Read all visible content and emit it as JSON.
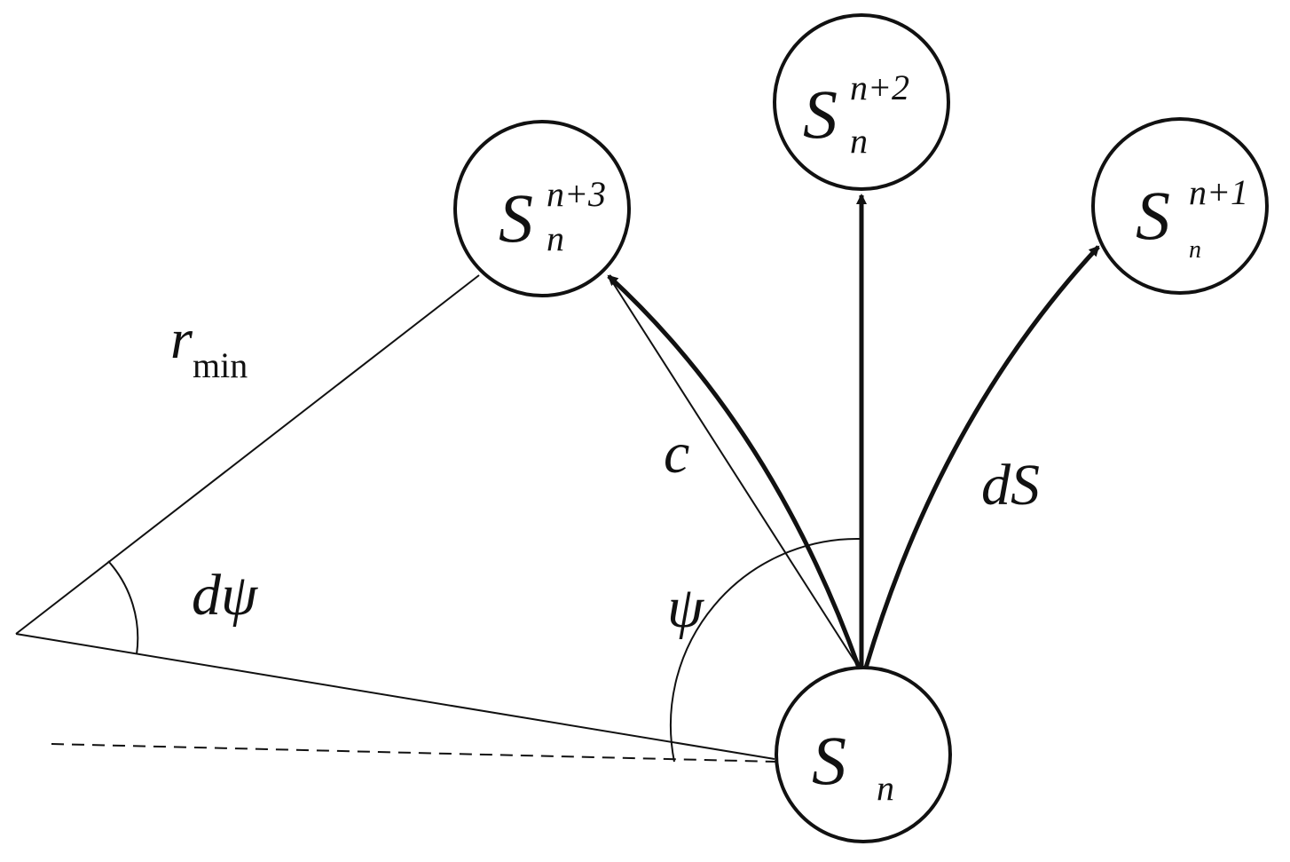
{
  "nodes": {
    "s_n": {
      "base": "S",
      "sub": "n",
      "sup": ""
    },
    "s_n1": {
      "base": "S",
      "sub": "n",
      "sup": "n+1"
    },
    "s_n2": {
      "base": "S",
      "sub": "n",
      "sup": "n+2"
    },
    "s_n3": {
      "base": "S",
      "sub": "n",
      "sup": "n+3"
    }
  },
  "labels": {
    "r_min_base": "r",
    "r_min_sub": "min",
    "chord": "c",
    "arc_length": "dS",
    "d_psi": "dψ",
    "psi": "ψ"
  },
  "colors": {
    "stroke": "#111111",
    "background": "#ffffff"
  }
}
